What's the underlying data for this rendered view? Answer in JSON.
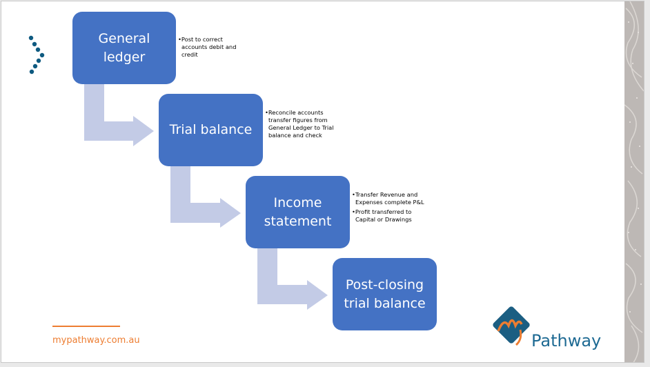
{
  "diagram": {
    "steps": [
      {
        "label_lines": [
          "General",
          "ledger"
        ],
        "notes": [
          "Post to correct accounts debit and credit"
        ]
      },
      {
        "label_lines": [
          "Trial balance"
        ],
        "notes": [
          "Reconcile accounts transfer figures from General Ledger to Trial balance and check"
        ]
      },
      {
        "label_lines": [
          "Income",
          "statement"
        ],
        "notes": [
          "Transfer Revenue and Expenses complete P&L",
          "Profit transferred to Capital or Drawings"
        ]
      },
      {
        "label_lines": [
          "Post-closing",
          "trial balance"
        ],
        "notes": []
      }
    ],
    "colors": {
      "box": "#4472c4",
      "arrow": "#c3cbe6",
      "accent": "#ed7d31",
      "brand": "#1e6a93"
    }
  },
  "footer": {
    "website": "mypathway.com.au"
  },
  "logo": {
    "letters": "My",
    "text": "Pathway"
  }
}
